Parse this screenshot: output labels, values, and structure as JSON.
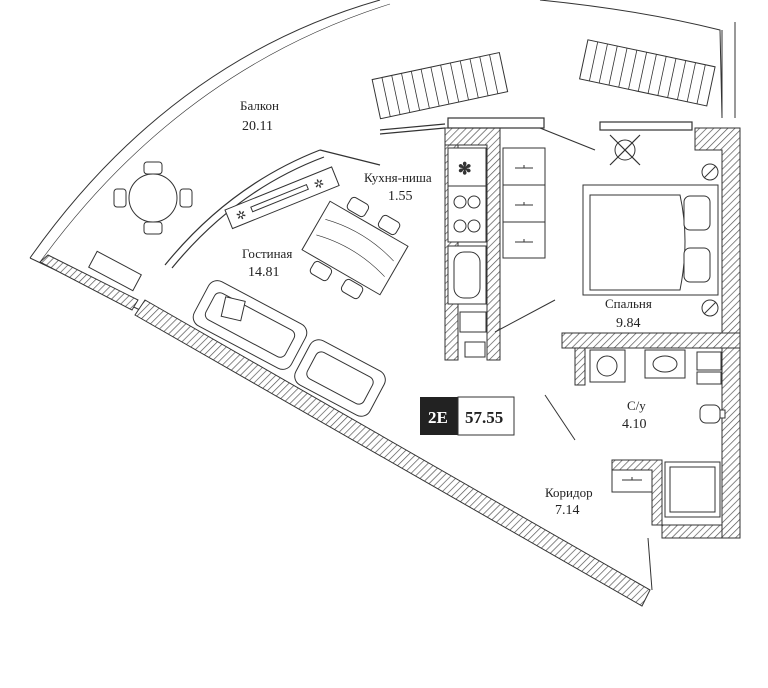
{
  "rooms": {
    "balcony": {
      "name": "Балкон",
      "area": "20.11"
    },
    "kitchen": {
      "name": "Кухня-ниша",
      "area": "1.55"
    },
    "living": {
      "name": "Гостиная",
      "area": "14.81"
    },
    "bedroom": {
      "name": "Спальня",
      "area": "9.84"
    },
    "bathroom": {
      "name": "С/у",
      "area": "4.10"
    },
    "corridor": {
      "name": "Коридор",
      "area": "7.14"
    }
  },
  "badge": {
    "code": "2E",
    "total_area": "57.55"
  },
  "colors": {
    "wall_hatch": "#8a8a8a",
    "line": "#333333",
    "badge_dark": "#222222"
  }
}
